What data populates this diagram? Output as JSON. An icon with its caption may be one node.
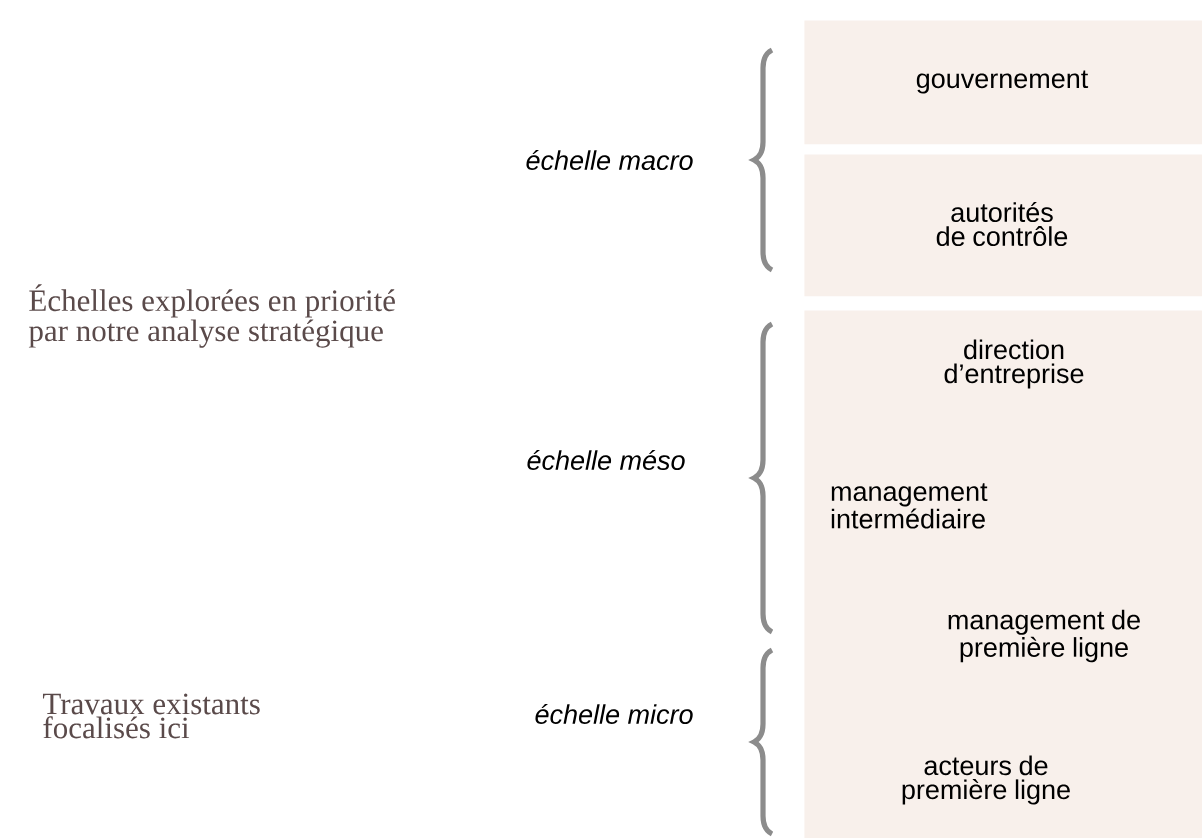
{
  "diagram": {
    "nodes": [
      {
        "text": [
          "gouvernement"
        ]
      },
      {
        "text": [
          "autorités de contrôle"
        ]
      },
      {
        "text": [
          "direction d’entreprise",
          "management intermédiaire",
          "management de première ligne",
          "acteurs de première ligne"
        ]
      }
    ],
    "edges": [],
    "labels": [
      "échelle macro",
      "Échelles explorées en priorité par notre analyse stratégique",
      "échelle méso",
      "Travaux existants focalisés ici",
      "échelle micro"
    ]
  }
}
